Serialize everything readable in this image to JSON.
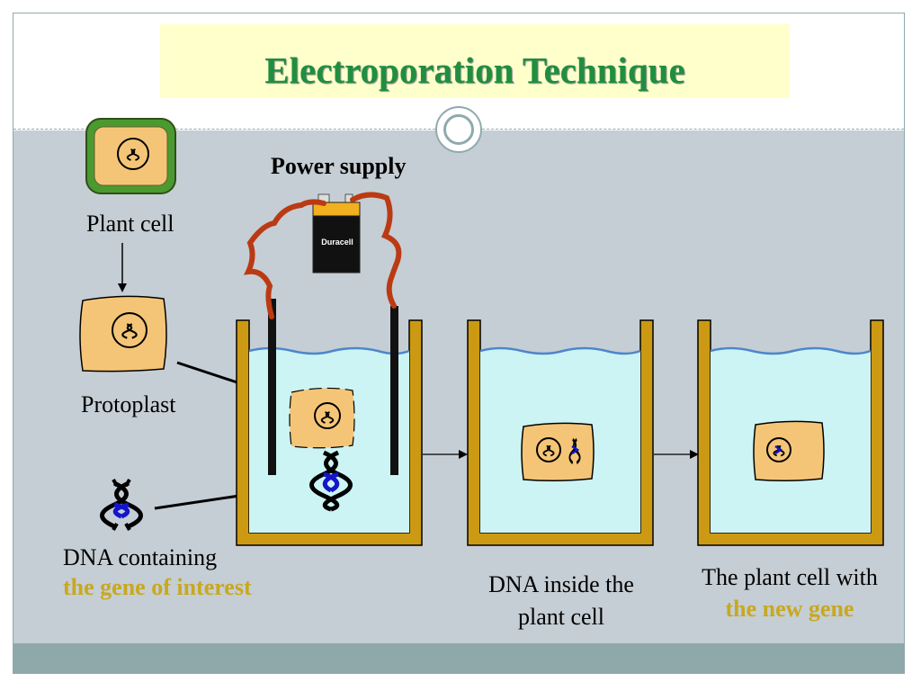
{
  "title": "Electroporation Technique",
  "labels": {
    "plant_cell": "Plant cell",
    "protoplast": "Protoplast",
    "power_supply": "Power supply",
    "battery_brand": "Duracell",
    "dna_containing": "DNA containing",
    "gene_of_interest": "the gene of interest",
    "dna_inside": "DNA inside the plant cell",
    "plant_cell_with": "The plant cell with",
    "new_gene": "the new gene"
  },
  "colors": {
    "title": "#1f8e3f",
    "title_background": "#ffffcc",
    "highlight_text": "#c8a820",
    "cell_fill": "#f5c577",
    "cell_wall": "#4a9a30",
    "container": "#cc9a12",
    "water": "#ccf4f4",
    "wire": "#bb3a13",
    "dna_blue": "#1515c8",
    "slide_background": "#c5ced4",
    "footer": "#8fa8aa"
  }
}
